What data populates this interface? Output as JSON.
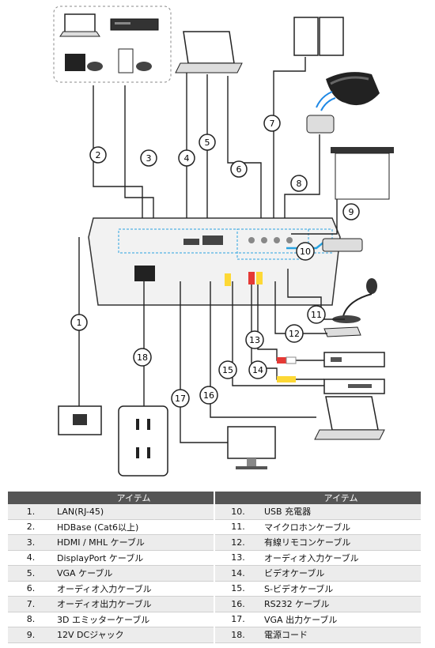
{
  "callouts": [
    "1",
    "2",
    "3",
    "4",
    "5",
    "6",
    "7",
    "8",
    "9",
    "10",
    "11",
    "12",
    "13",
    "14",
    "15",
    "16",
    "17",
    "18"
  ],
  "table": {
    "header": "アイテム",
    "left": [
      {
        "num": "1.",
        "label": "LAN(RJ-45)"
      },
      {
        "num": "2.",
        "label": "HDBase (Cat6以上)"
      },
      {
        "num": "3.",
        "label": "HDMI / MHL ケーブル"
      },
      {
        "num": "4.",
        "label": "DisplayPort ケーブル"
      },
      {
        "num": "5.",
        "label": "VGA ケーブル"
      },
      {
        "num": "6.",
        "label": "オーディオ入力ケーブル"
      },
      {
        "num": "7.",
        "label": "オーディオ出力ケーブル"
      },
      {
        "num": "8.",
        "label": "3D エミッターケーブル"
      },
      {
        "num": "9.",
        "label": "12V DCジャック"
      }
    ],
    "right": [
      {
        "num": "10.",
        "label": "USB 充電器"
      },
      {
        "num": "11.",
        "label": "マイクロホンケーブル"
      },
      {
        "num": "12.",
        "label": "有線リモコンケーブル"
      },
      {
        "num": "13.",
        "label": "オーディオ入力ケーブル"
      },
      {
        "num": "14.",
        "label": "ビデオケーブル"
      },
      {
        "num": "15.",
        "label": "S-ビデオケーブル"
      },
      {
        "num": "16.",
        "label": "RS232 ケーブル"
      },
      {
        "num": "17.",
        "label": "VGA 出力ケーブル"
      },
      {
        "num": "18.",
        "label": "電源コード"
      }
    ]
  }
}
